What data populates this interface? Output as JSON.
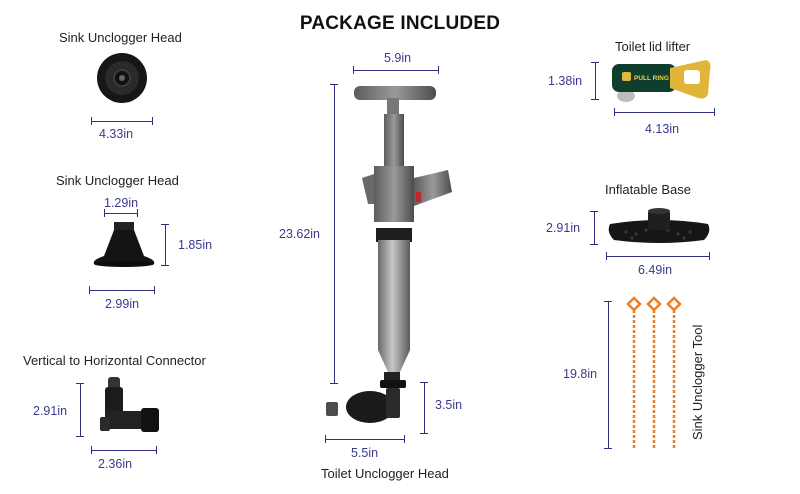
{
  "title": "PACKAGE INCLUDED",
  "items": {
    "sink_head_1": {
      "label": "Sink Unclogger Head",
      "width": "4.33in"
    },
    "sink_head_2": {
      "label": "Sink Unclogger Head",
      "top": "1.29in",
      "height": "1.85in",
      "width": "2.99in"
    },
    "connector": {
      "label": "Vertical to Horizontal Connector",
      "height": "2.91in",
      "width": "2.36in"
    },
    "pump": {
      "handle": "5.9in",
      "length": "23.62in",
      "head_height": "3.5in",
      "head_width": "5.5in",
      "label": "Toilet Unclogger Head"
    },
    "lid_lifter": {
      "label": "Toilet lid lifter",
      "height": "1.38in",
      "width": "4.13in",
      "tag_text": "PULL RING"
    },
    "base": {
      "label": "Inflatable Base",
      "height": "2.91in",
      "width": "6.49in"
    },
    "tool": {
      "label": "Sink Unclogger Tool",
      "length": "19.8in"
    }
  }
}
